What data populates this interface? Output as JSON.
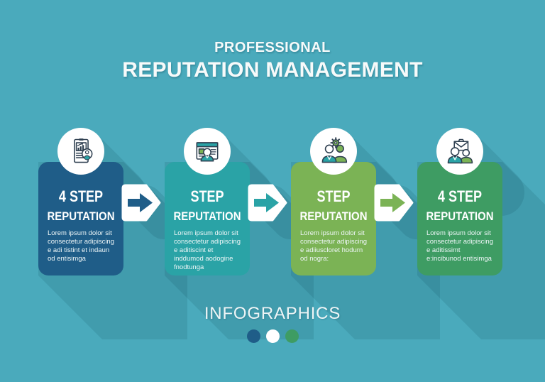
{
  "colors": {
    "background": "#4aaabc",
    "card1": "#1f5d88",
    "card2": "#2aa3a6",
    "card3": "#7bb355",
    "card4": "#3e9c63",
    "dot1": "#1f5d88",
    "dot2": "#ffffff",
    "dot3": "#3e9c63"
  },
  "title": {
    "line1": "PROFESSIONAL",
    "line2": "REPUTATION MANAGEMENT"
  },
  "steps": [
    {
      "heading": "4 STEP",
      "subheading": "REPUTATION",
      "body": "Lorem ipsum dolor sit consectetur adipiscing e adi tistint et indaun od entisimga",
      "icon": "report-chart-icon"
    },
    {
      "heading": "STEP",
      "subheading": "REPUTATION",
      "body": "Lorem ipsum dolor sit consectetur adipiscing e aditiscint et inddumod aodogine fnodtunga",
      "icon": "profile-page-icon"
    },
    {
      "heading": "STEP",
      "subheading": "REPUTATION",
      "body": "Lorem ipsum dolor sit consectetur adipiscing e adiiuscloret hodurn od nogra:",
      "icon": "team-gear-icon"
    },
    {
      "heading": "4 STEP",
      "subheading": "REPUTATION",
      "body": "Lorem ipsum dolor sit consectetur adipiscing e aditissimt e:incibunod entisimga",
      "icon": "people-mail-icon"
    }
  ],
  "arrows": [
    "#1f5d88",
    "#2aa3a6",
    "#7bb355"
  ],
  "footer": {
    "label": "INFOGRAPHICS"
  }
}
